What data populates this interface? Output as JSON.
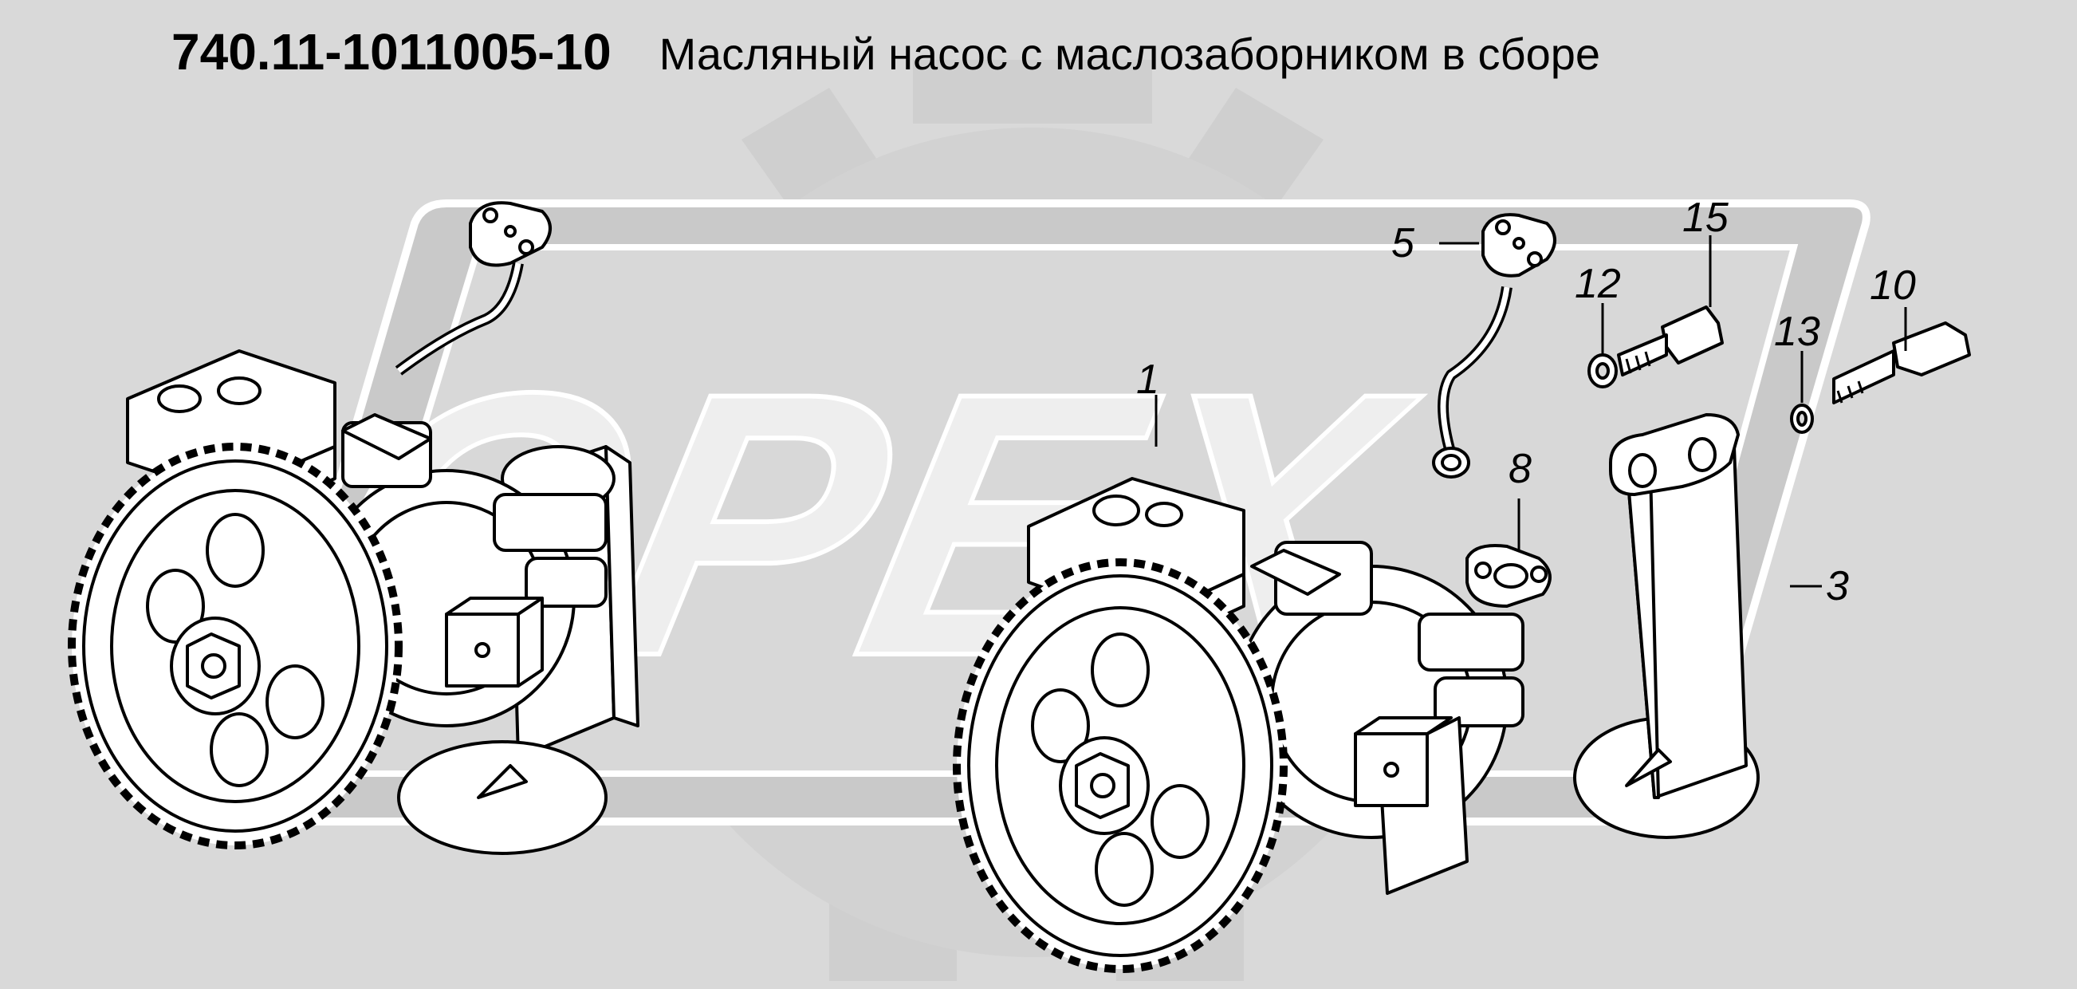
{
  "header": {
    "part_number": "740.11-1011005-10",
    "part_name": "Масляный насос с маслозаборником в сборе"
  },
  "watermark": {
    "text": "OPEX"
  },
  "callouts": [
    {
      "id": "1",
      "label": "1"
    },
    {
      "id": "3",
      "label": "3"
    },
    {
      "id": "5",
      "label": "5"
    },
    {
      "id": "8",
      "label": "8"
    },
    {
      "id": "10",
      "label": "10"
    },
    {
      "id": "12",
      "label": "12"
    },
    {
      "id": "13",
      "label": "13"
    },
    {
      "id": "15",
      "label": "15"
    }
  ],
  "colors": {
    "background": "#d9d9d9",
    "watermark_fill": "#eeeeee",
    "line": "#000000",
    "part_fill": "#ffffff"
  }
}
